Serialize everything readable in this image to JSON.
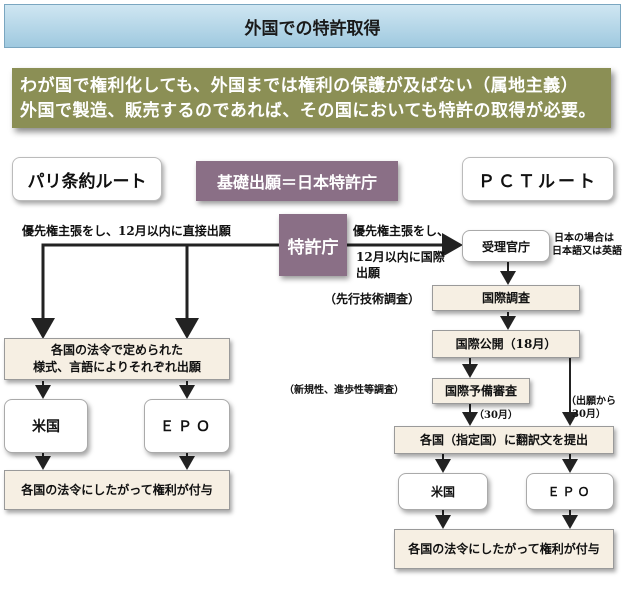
{
  "title": "外国での特許取得",
  "banner": {
    "line1": "わが国で権利化しても、外国までは権利の保護が及ばない（属地主義）",
    "line2": "外国で製造、販売するのであれば、その国においても特許の取得が必要。"
  },
  "paris_route": "パリ条約ルート",
  "basic_filing": "基礎出願＝日本特許庁",
  "pct_route": "ＰＣＴルート",
  "jpo": "特許庁",
  "left": {
    "priority_text": "優先権主張をし、12月以内に直接出願",
    "forms_line1": "各国の法令で定められた",
    "forms_line2": "様式、言語によりそれぞれ出願",
    "us": "米国",
    "epo": "ＥＰＯ",
    "grant": "各国の法令にしたがって権利が付与"
  },
  "right": {
    "priority_line1": "優先権主張をし、",
    "priority_line2": "12月以内に国際",
    "priority_line3": "出願",
    "receiving_office": "受理官庁",
    "note_line1": "日本の場合は",
    "note_line2": "日本語又は英語",
    "prior_art": "（先行技術調査）",
    "search": "国際調査",
    "publication": "国際公開（18月）",
    "novelty": "（新規性、進歩性等調査）",
    "prelim_exam": "国際予備審査",
    "months30": "（30月）",
    "from_filing_line1": "（出願から",
    "from_filing_line2": "30月）",
    "translation": "各国（指定国）に翻訳文を提出",
    "us": "米国",
    "epo": "ＥＰＯ",
    "grant": "各国の法令にしたがって権利が付与"
  },
  "colors": {
    "title_bar": "#b6d7e8",
    "banner": "#8b8f55",
    "purple_box": "#8a6f86",
    "cream_box": "#f6efe3"
  }
}
